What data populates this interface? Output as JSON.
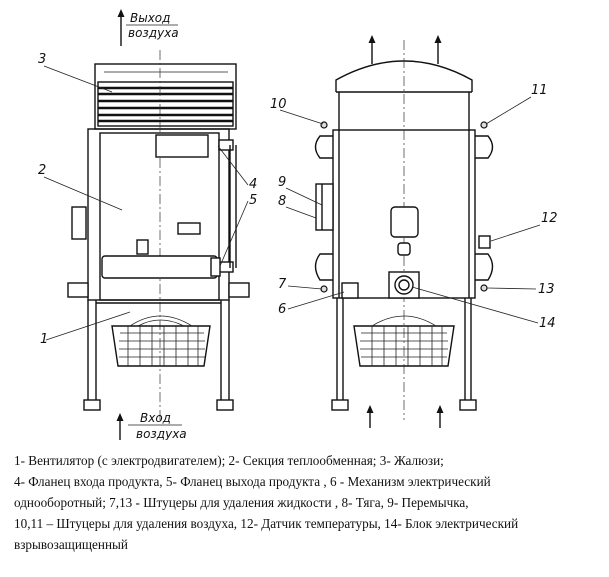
{
  "air": {
    "out1": "Выход",
    "out2": "воздуха",
    "in1": "Вход",
    "in2": "воздуха"
  },
  "callouts": {
    "c1": "1",
    "c2": "2",
    "c3": "3",
    "c4": "4",
    "c5": "5",
    "c6": "6",
    "c7": "7",
    "c8": "8",
    "c9": "9",
    "c10": "10",
    "c11": "11",
    "c12": "12",
    "c13": "13",
    "c14": "14"
  },
  "legend": {
    "line1": "1- Вентилятор (с электродвигателем); 2- Секция теплообменная; 3- Жалюзи;",
    "line2": "4- Фланец входа продукта, 5- Фланец выхода продукта , 6 - Механизм электрический",
    "line3": "однооборотный;   7,13 - Штуцеры для удаления жидкости , 8- Тяга, 9- Перемычка,",
    "line4": "10,11 – Штуцеры для удаления воздуха,  12- Датчик температуры, 14- Блок электрический",
    "line5": "взрывозащищенный"
  }
}
